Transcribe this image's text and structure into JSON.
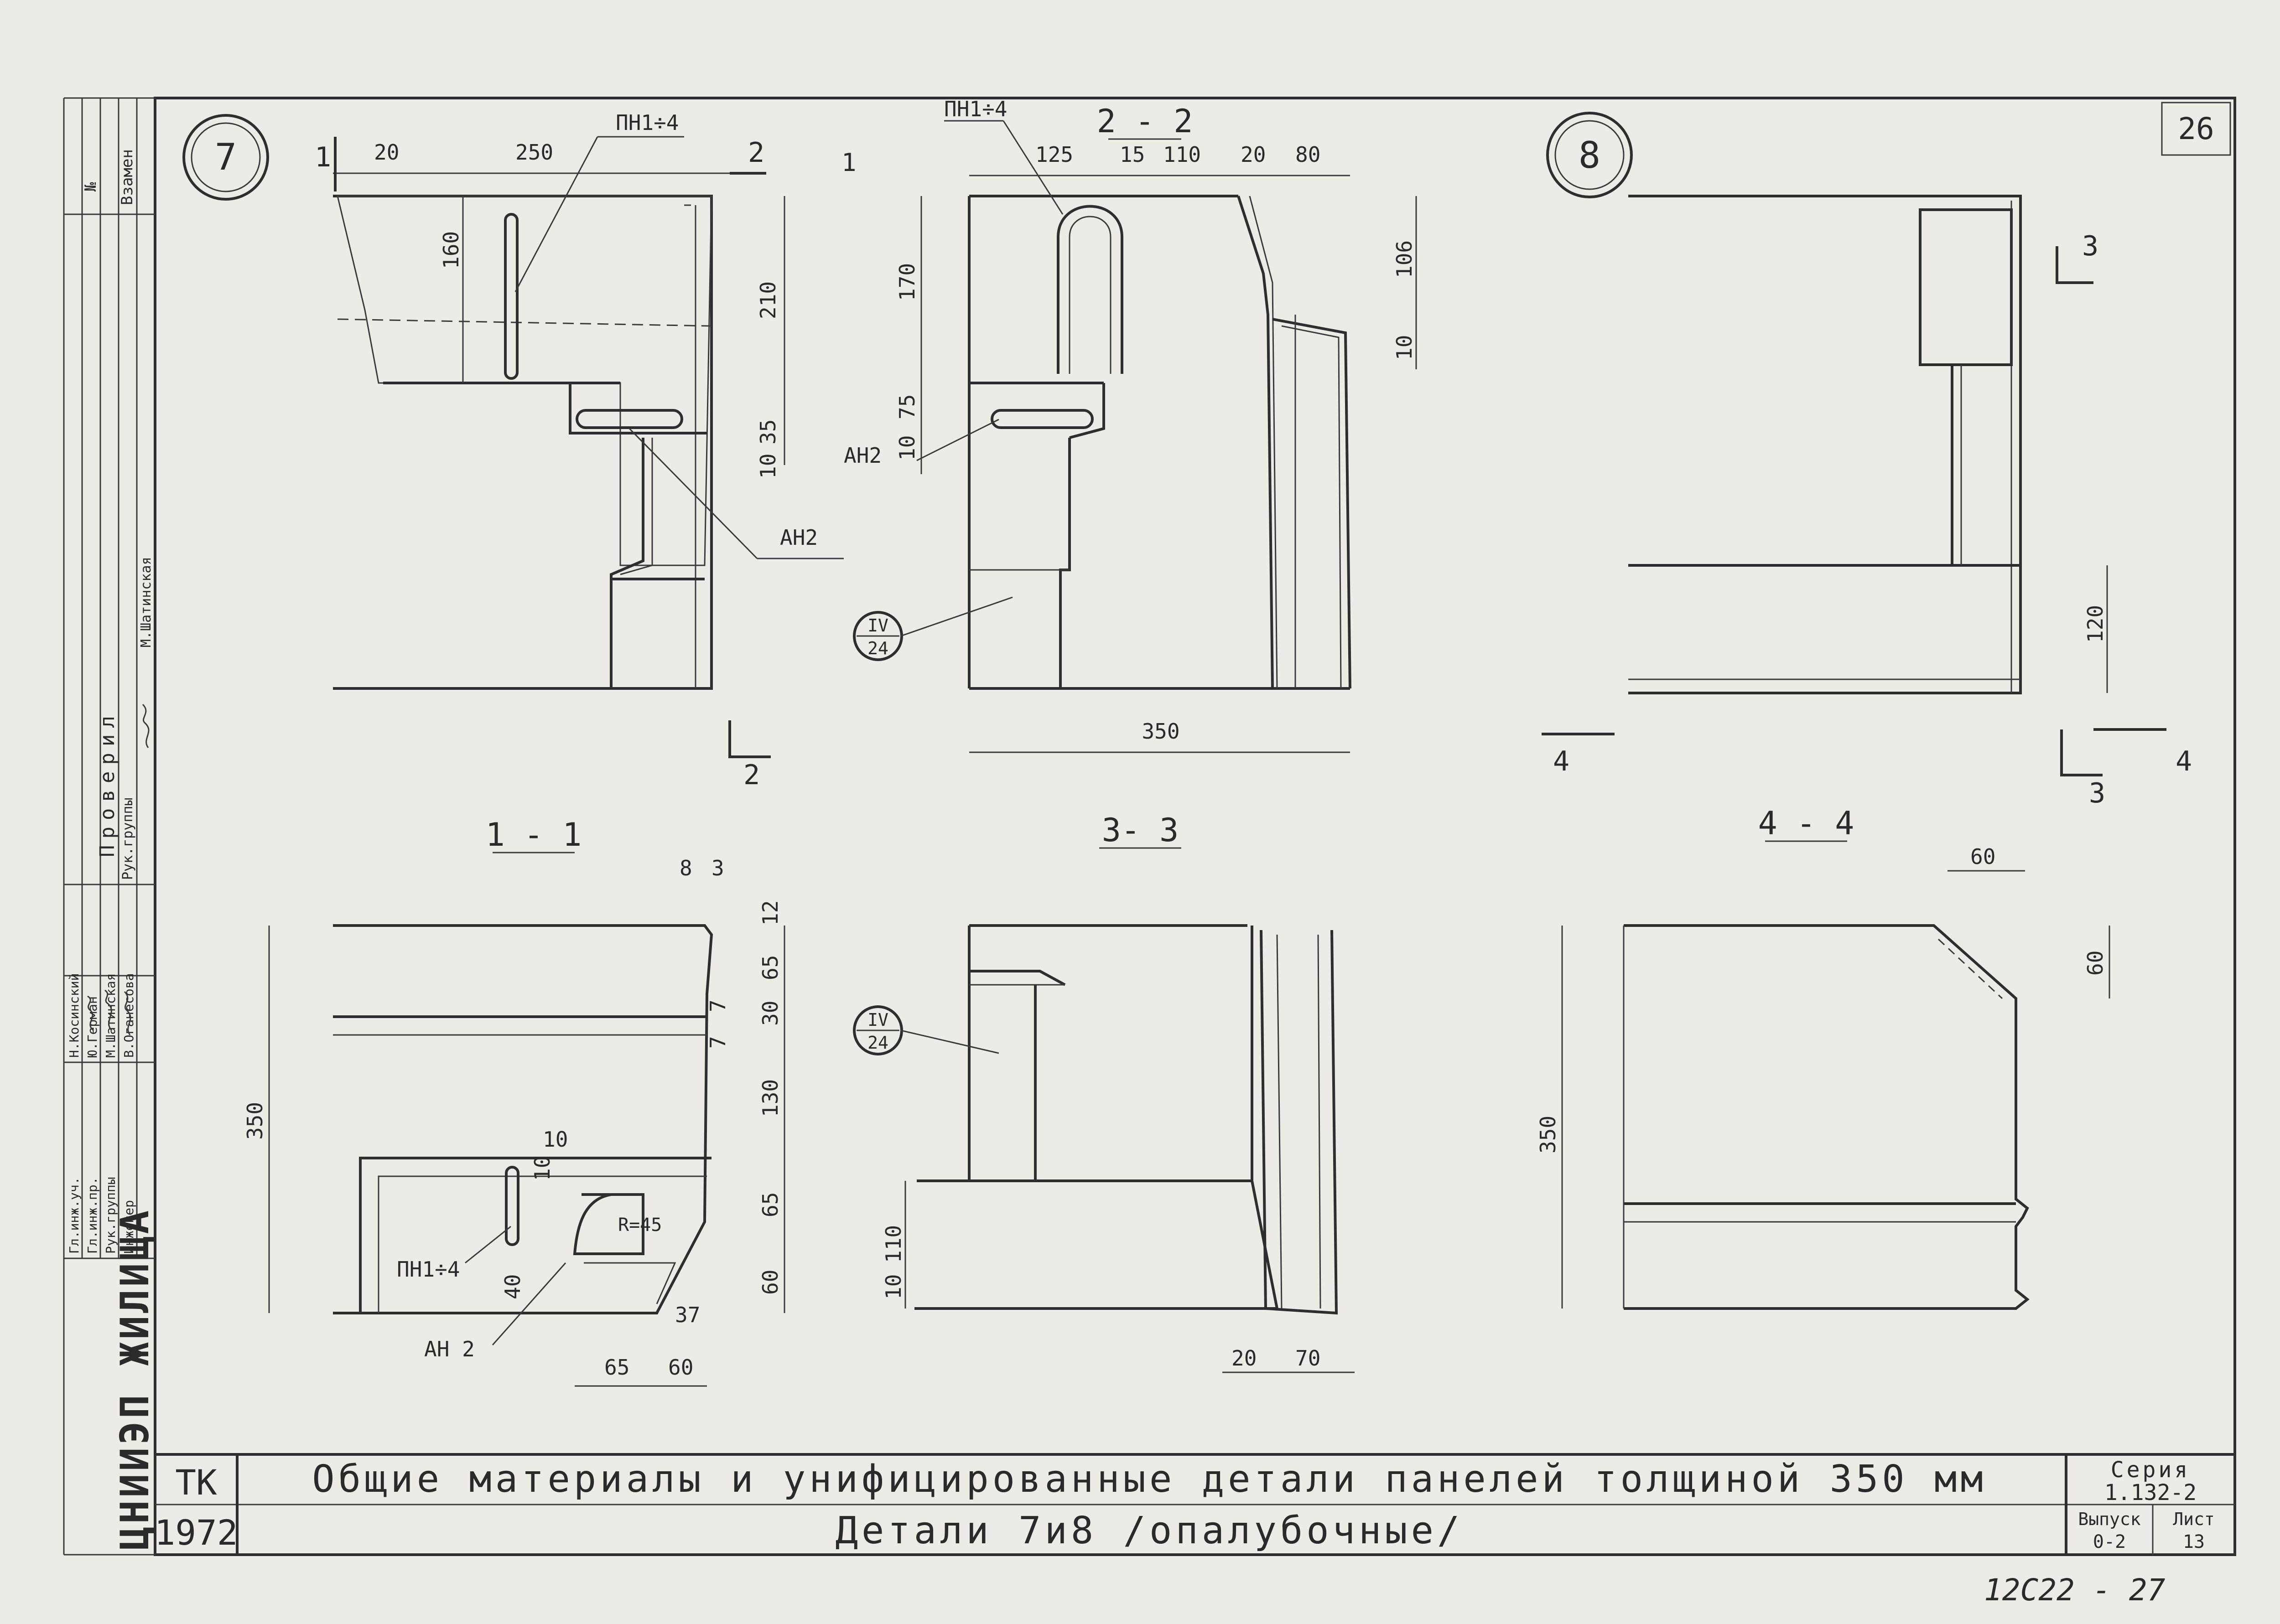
{
  "sheet_number": "26",
  "bottom_handwritten": "12С22 - 27",
  "stamp": {
    "org_vertical": "ЦНИИЭП ЖИЛИЩА",
    "tk": "ТК",
    "year": "1972",
    "title": "Общие материалы и унифицированные детали панелей толщиной 350 мм",
    "subtitle": "Детали 7и8 /опалубочные/",
    "series_label": "Серия",
    "series_value": "1.132-2",
    "issue_label": "Выпуск",
    "issue_value": "0-2",
    "sheet_label": "Лист",
    "sheet_value": "13"
  },
  "side_table": {
    "vzamen_label": "Взамен",
    "no_label": "№",
    "checked_label": "Проверил",
    "roles": [
      "Гл.инж.уч.",
      "Гл.инж.пр.",
      "Рук.группы",
      "Инженер"
    ],
    "names": [
      "Н.Косинский",
      "Ю.Герман",
      "М.Шатинская",
      "В.Оганесова"
    ],
    "checked_roles": [
      "Рук.группы"
    ],
    "checked_names": [
      "М.Шатинская"
    ]
  },
  "details": {
    "d7": "7",
    "d8": "8"
  },
  "labels": {
    "pn1": "ПН1÷4",
    "pn2": "ПН1÷4",
    "pn3": "ПН1÷4",
    "an1": "АН2",
    "an2": "АН2",
    "an3": "АН 2",
    "ref1_top": "IV",
    "ref1_bot": "24",
    "ref2_top": "IV",
    "ref2_bot": "24",
    "radius": "R=45"
  },
  "sections": {
    "s11": "1 - 1",
    "s22": "2 - 2",
    "s33": "3- 3",
    "s44": "4 - 4"
  },
  "cut_marks": {
    "c1": "1",
    "c1b": "1",
    "c2": "2",
    "c2b": "2",
    "c3": "3",
    "c3b": "3",
    "c4": "4",
    "c4b": "4"
  },
  "dims": {
    "a20": "20",
    "a250": "250",
    "a160": "160",
    "a210": "210",
    "a35": "35",
    "a10": "10",
    "b125": "125",
    "b15": "15",
    "b110": "110",
    "b20": "20",
    "b80": "80",
    "b170": "170",
    "b75": "75",
    "b10": "10",
    "b106": "106",
    "b10b": "10",
    "b350": "350",
    "c120": "120",
    "e8": "8",
    "e3": "3",
    "e12": "12",
    "e65": "65",
    "e7": "7",
    "e30": "30",
    "e7b": "7",
    "e130": "130",
    "e65b": "65",
    "e60": "60",
    "e350": "350",
    "e10": "10",
    "e10b": "10",
    "e40": "40",
    "e37": "37",
    "e65c": "65",
    "e60b": "60",
    "f110": "110",
    "f10": "10",
    "f20": "20",
    "f70": "70",
    "g60": "60",
    "g60b": "60",
    "g350": "350"
  }
}
